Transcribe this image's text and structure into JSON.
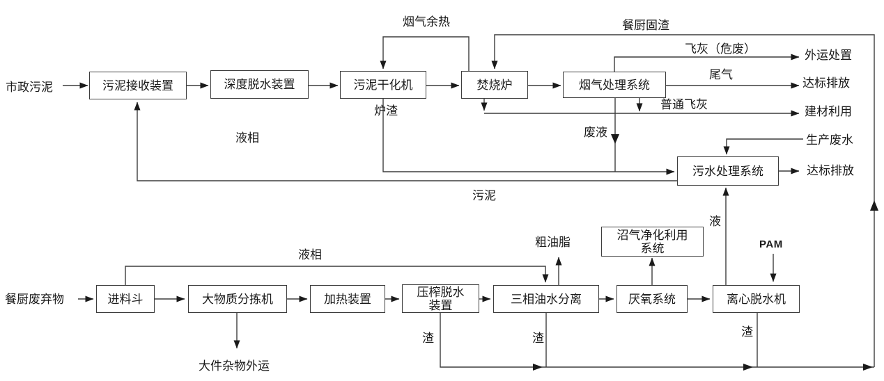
{
  "diagram": {
    "background_color": "#ffffff",
    "line_color": "#3d3d3d",
    "text_color": "#1a1a1a",
    "nodes": [
      {
        "id": "sludge-receiving-unit",
        "label": "污泥接收装置"
      },
      {
        "id": "deep-dewatering-unit",
        "label": "深度脱水装置"
      },
      {
        "id": "sludge-dryer",
        "label": "污泥干化机"
      },
      {
        "id": "incinerator",
        "label": "焚烧炉"
      },
      {
        "id": "flue-gas-treatment-system",
        "label": "烟气处理系统"
      },
      {
        "id": "wastewater-treatment-system",
        "label": "污水处理系统"
      },
      {
        "id": "feed-hopper",
        "label": "进料斗"
      },
      {
        "id": "large-object-sorter",
        "label": "大物质分拣机"
      },
      {
        "id": "heating-unit",
        "label": "加热装置"
      },
      {
        "id": "press-dewatering-unit",
        "label": "压榨脱水\n装置"
      },
      {
        "id": "three-phase-oil-water-separator",
        "label": "三相油水分离"
      },
      {
        "id": "anaerobic-system",
        "label": "厌氧系统"
      },
      {
        "id": "centrifugal-dewatering-machine",
        "label": "离心脱水机"
      },
      {
        "id": "biogas-purification-system",
        "label": "沼气净化利用\n系统"
      }
    ],
    "labels": [
      {
        "id": "municipal-sludge",
        "text": "市政污泥"
      },
      {
        "id": "flue-gas-waste-heat",
        "text": "烟气余热"
      },
      {
        "id": "kitchen-solid-residue",
        "text": "餐厨固渣"
      },
      {
        "id": "fly-ash-hazardous",
        "text": "飞灰（危废）"
      },
      {
        "id": "offsite-disposal",
        "text": "外运处置"
      },
      {
        "id": "tail-gas",
        "text": "尾气"
      },
      {
        "id": "standard-discharge-1",
        "text": "达标排放"
      },
      {
        "id": "ordinary-fly-ash",
        "text": "普通飞灰"
      },
      {
        "id": "building-material-use",
        "text": "建材利用"
      },
      {
        "id": "furnace-slag",
        "text": "炉渣"
      },
      {
        "id": "waste-liquid",
        "text": "废液"
      },
      {
        "id": "liquid-phase-top",
        "text": "液相"
      },
      {
        "id": "production-wastewater",
        "text": "生产废水"
      },
      {
        "id": "standard-discharge-2",
        "text": "达标排放"
      },
      {
        "id": "sludge",
        "text": "污泥"
      },
      {
        "id": "liquid",
        "text": "液"
      },
      {
        "id": "crude-oil",
        "text": "粗油脂"
      },
      {
        "id": "pam",
        "text": "PAM"
      },
      {
        "id": "liquid-phase-bottom",
        "text": "液相"
      },
      {
        "id": "kitchen-waste",
        "text": "餐厨废弃物"
      },
      {
        "id": "residue-press",
        "text": "渣"
      },
      {
        "id": "residue-separator",
        "text": "渣"
      },
      {
        "id": "residue-centrifuge",
        "text": "渣"
      },
      {
        "id": "oversize-debris-offsite",
        "text": "大件杂物外运"
      }
    ],
    "edges": [
      {
        "from": "市政污泥",
        "to": "污泥接收装置",
        "label": ""
      },
      {
        "from": "污泥接收装置",
        "to": "深度脱水装置",
        "label": ""
      },
      {
        "from": "深度脱水装置",
        "to": "污泥干化机",
        "label": ""
      },
      {
        "from": "污泥干化机",
        "to": "焚烧炉",
        "label": ""
      },
      {
        "from": "焚烧炉",
        "to": "烟气处理系统",
        "label": ""
      },
      {
        "from": "焚烧炉",
        "to": "污泥干化机",
        "label": "烟气余热"
      },
      {
        "from": "渣收集线",
        "to": "焚烧炉",
        "label": "餐厨固渣"
      },
      {
        "from": "烟气处理系统",
        "to": "外运处置",
        "label": "飞灰（危废）"
      },
      {
        "from": "烟气处理系统",
        "to": "达标排放",
        "label": "尾气"
      },
      {
        "from": "焚烧炉",
        "to": "建材利用",
        "label": "炉渣"
      },
      {
        "from": "烟气处理系统",
        "to": "建材利用",
        "label": "普通飞灰"
      },
      {
        "from": "烟气处理系统",
        "to": "污水处理系统",
        "label": "废液"
      },
      {
        "from": "污泥干化机",
        "to": "污水处理系统",
        "label": ""
      },
      {
        "from": "生产废水",
        "to": "污水处理系统",
        "label": ""
      },
      {
        "from": "污水处理系统",
        "to": "达标排放",
        "label": ""
      },
      {
        "from": "污水处理系统",
        "to": "污泥接收装置",
        "label": "液相 / 污泥"
      },
      {
        "from": "餐厨废弃物",
        "to": "进料斗",
        "label": ""
      },
      {
        "from": "进料斗",
        "to": "大物质分拣机",
        "label": ""
      },
      {
        "from": "大物质分拣机",
        "to": "大件杂物外运",
        "label": ""
      },
      {
        "from": "大物质分拣机",
        "to": "加热装置",
        "label": ""
      },
      {
        "from": "加热装置",
        "to": "压榨脱水装置",
        "label": ""
      },
      {
        "from": "压榨脱水装置",
        "to": "三相油水分离",
        "label": ""
      },
      {
        "from": "进料斗",
        "to": "三相油水分离",
        "label": "液相"
      },
      {
        "from": "三相油水分离",
        "to": "粗油脂",
        "label": ""
      },
      {
        "from": "三相油水分离",
        "to": "厌氧系统",
        "label": ""
      },
      {
        "from": "厌氧系统",
        "to": "沼气净化利用系统",
        "label": ""
      },
      {
        "from": "厌氧系统",
        "to": "离心脱水机",
        "label": ""
      },
      {
        "from": "PAM",
        "to": "离心脱水机",
        "label": ""
      },
      {
        "from": "离心脱水机",
        "to": "污水处理系统",
        "label": "液"
      },
      {
        "from": "压榨脱水装置",
        "to": "渣收集线",
        "label": "渣"
      },
      {
        "from": "三相油水分离",
        "to": "渣收集线",
        "label": "渣"
      },
      {
        "from": "离心脱水机",
        "to": "渣收集线",
        "label": "渣"
      }
    ]
  }
}
